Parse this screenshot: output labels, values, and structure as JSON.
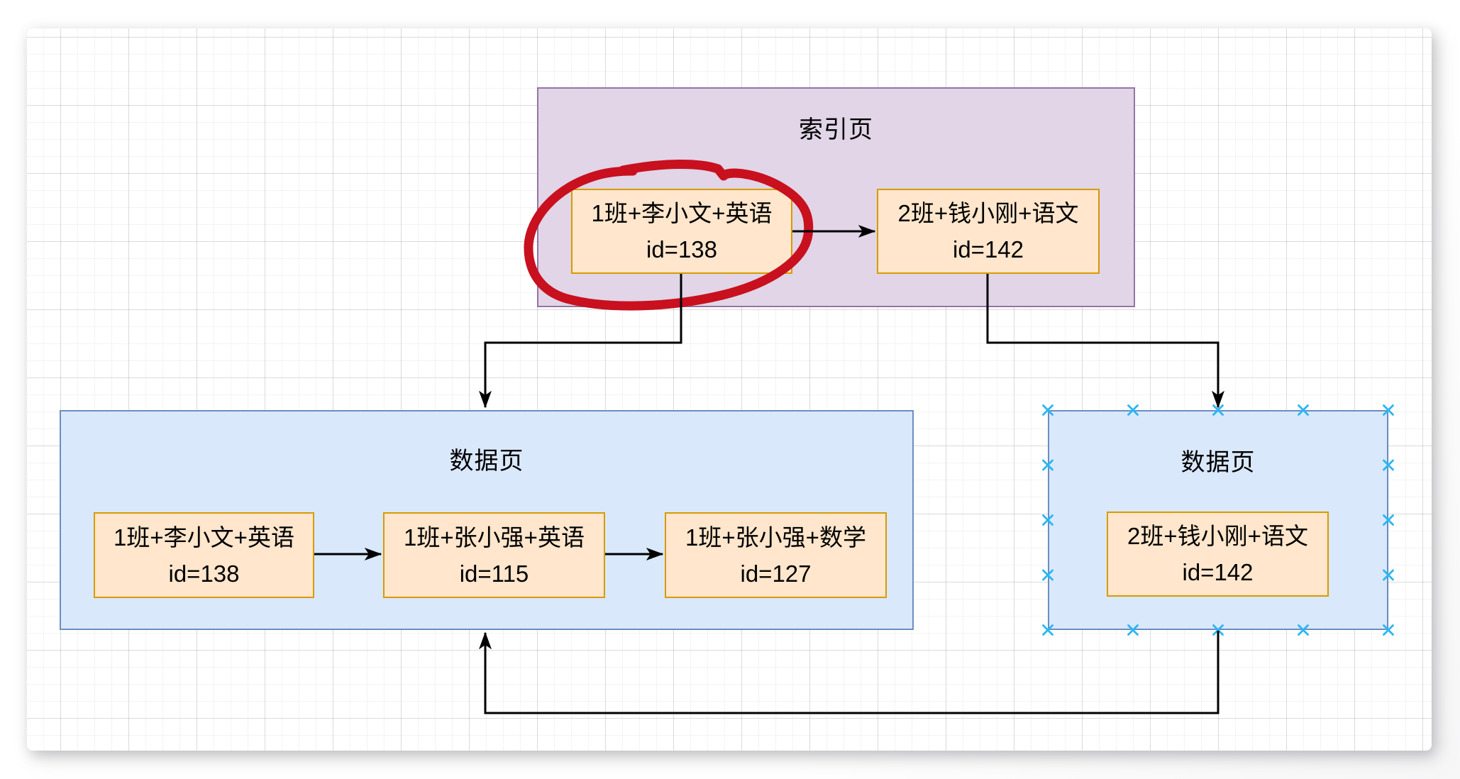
{
  "diagram": {
    "index_page": {
      "title": "索引页",
      "records": [
        {
          "line1": "1班+李小文+英语",
          "line2": "id=138"
        },
        {
          "line1": "2班+钱小刚+语文",
          "line2": "id=142"
        }
      ]
    },
    "data_page_left": {
      "title": "数据页",
      "records": [
        {
          "line1": "1班+李小文+英语",
          "line2": "id=138"
        },
        {
          "line1": "1班+张小强+英语",
          "line2": "id=115"
        },
        {
          "line1": "1班+张小强+数学",
          "line2": "id=127"
        }
      ]
    },
    "data_page_right": {
      "title": "数据页",
      "records": [
        {
          "line1": "2班+钱小刚+语文",
          "line2": "id=142"
        }
      ]
    },
    "annotations": {
      "highlight_circle_target": "1班+李小文+英语 id=138"
    },
    "colors": {
      "index_page_fill": "#E1D5E7",
      "index_page_border": "#9673A6",
      "data_page_fill": "#DAE8FC",
      "data_page_border": "#6C8EBF",
      "record_fill": "#FFE6CC",
      "record_border": "#D79B00",
      "connector": "#000000",
      "annotation_red": "#C8101E",
      "connection_point_blue": "#29B6F2"
    }
  }
}
